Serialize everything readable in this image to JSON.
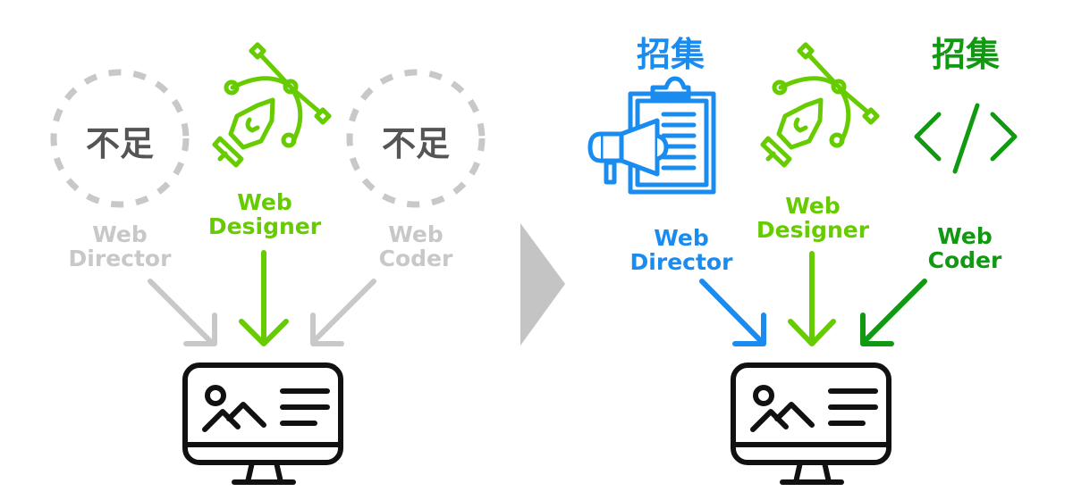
{
  "colors": {
    "inactive": "#c8c8c8",
    "shortage_text": "#555555",
    "designer": "#66cc00",
    "director": "#1a8cf0",
    "coder": "#119911",
    "monitor": "#111111",
    "transition_arrow": "#c4c4c4"
  },
  "before": {
    "director": {
      "line1": "Web",
      "line2": "Director",
      "status": "不足",
      "icon": "dashed-circle-placeholder"
    },
    "designer": {
      "line1": "Web",
      "line2": "Designer",
      "icon": "pen-tool-bezier-icon"
    },
    "coder": {
      "line1": "Web",
      "line2": "Coder",
      "status": "不足",
      "icon": "dashed-circle-placeholder"
    },
    "target_icon": "monitor-website-icon"
  },
  "transition_icon": "triangle-right-icon",
  "after": {
    "director": {
      "line1": "Web",
      "line2": "Director",
      "badge": "招集",
      "icon": "clipboard-megaphone-icon"
    },
    "designer": {
      "line1": "Web",
      "line2": "Designer",
      "icon": "pen-tool-bezier-icon"
    },
    "coder": {
      "line1": "Web",
      "line2": "Coder",
      "badge": "招集",
      "icon": "code-brackets-icon"
    },
    "target_icon": "monitor-website-icon"
  }
}
